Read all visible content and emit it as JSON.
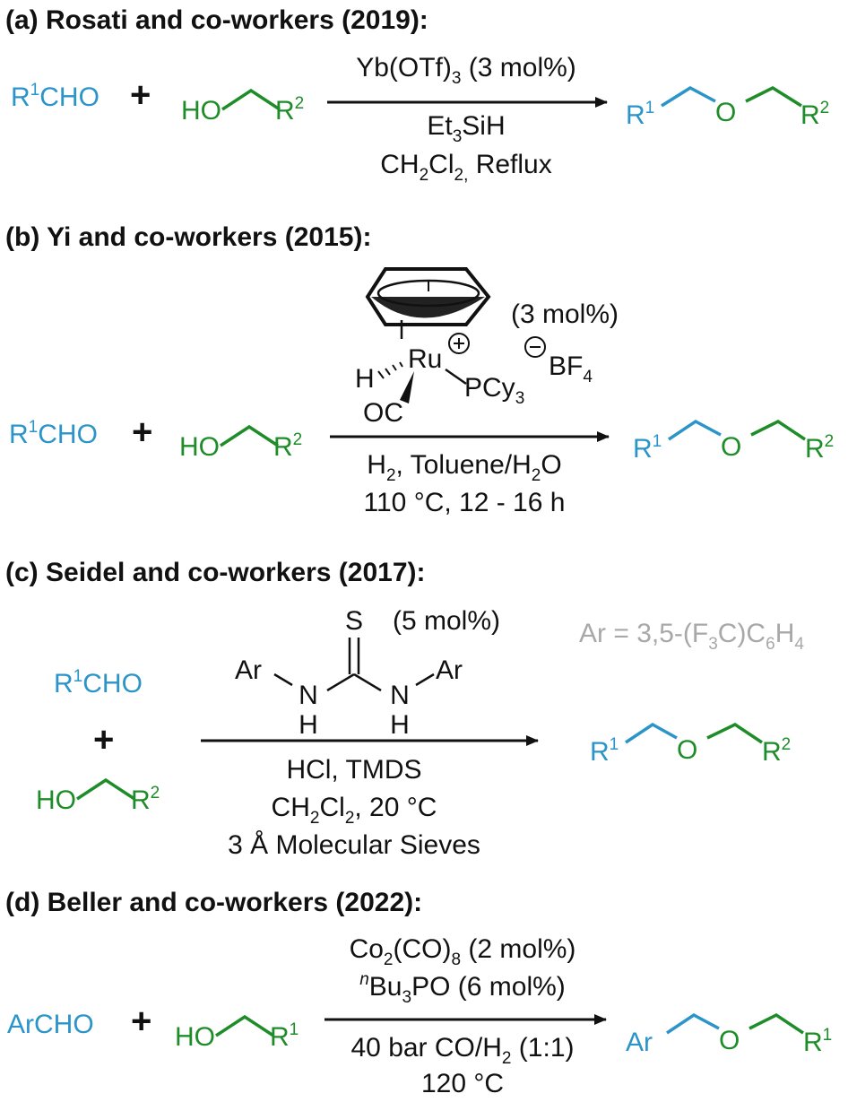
{
  "colors": {
    "aldehyde": "#2b94c8",
    "alcohol": "#1e8c28",
    "black": "#111111",
    "gray": "#a8a8a8"
  },
  "labels": {
    "rcho": "R",
    "rcho_sup": "1",
    "rcho_tail": "CHO",
    "archo": "ArCHO",
    "plus": "+",
    "ho": "HO",
    "r_letter": "R",
    "sup1": "1",
    "sup2": "2",
    "o": "O",
    "ar": "Ar"
  },
  "sections": {
    "a": {
      "header": "(a) Rosati and co-workers (2019):",
      "cat_main": "Yb(OTf)",
      "cat_sub": "3",
      "cat_tail": " (3 mol%)",
      "red_a": "Et",
      "red_sub": "3",
      "red_b": "SiH",
      "solv_a": "CH",
      "solv_sub1": "2",
      "solv_b": "Cl",
      "solv_sub2": "2,",
      "solv_c": " Reflux"
    },
    "b": {
      "header": "(b) Yi and co-workers (2015):",
      "loading": "(3 mol%)",
      "metal": "Ru",
      "hydride": "H",
      "carbonyl": "OC",
      "phos_a": "PCy",
      "phos_sub": "3",
      "anion_a": "BF",
      "anion_sub": "4",
      "cond1_a": "H",
      "cond1_sub1": "2",
      "cond1_b": ", Toluene/H",
      "cond1_sub2": "2",
      "cond1_c": "O",
      "cond2": "110 °C, 12 - 16 h"
    },
    "c": {
      "header": "(c) Seidel and co-workers (2017):",
      "loading": "(5 mol%)",
      "ar_def_a": "Ar = 3,5-(F",
      "ar_def_sub1": "3",
      "ar_def_b": "C)C",
      "ar_def_sub2": "6",
      "ar_def_c": "H",
      "ar_def_sub3": "4",
      "thio_s": "S",
      "thio_n": "N",
      "thio_h": "H",
      "cond1": "HCl, TMDS",
      "cond2_a": "CH",
      "cond2_sub1": "2",
      "cond2_b": "Cl",
      "cond2_sub2": "2",
      "cond2_c": ", 20 °C",
      "cond3": "3 Å Molecular Sieves"
    },
    "d": {
      "header": "(d) Beller and co-workers (2022):",
      "cat_a": "Co",
      "cat_sub1": "2",
      "cat_b": "(CO)",
      "cat_sub2": "8",
      "cat_c": " (2 mol%)",
      "lig_sup": "n",
      "lig_a": "Bu",
      "lig_sub": "3",
      "lig_b": "PO (6 mol%)",
      "cond1": "40 bar CO/H",
      "cond1_sub": "2",
      "cond1_tail": " (1:1)",
      "cond2": "120 °C"
    }
  }
}
